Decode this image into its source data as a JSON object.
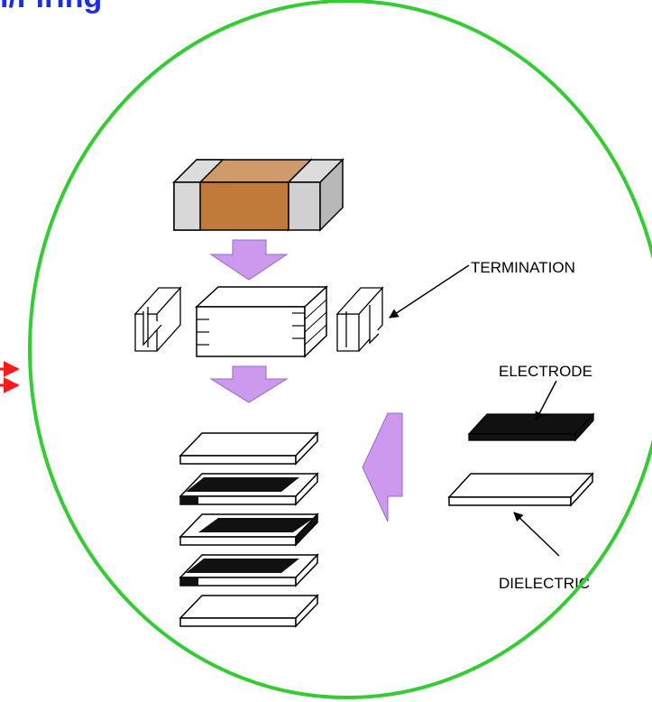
{
  "header": {
    "title": "i/Firing",
    "title_color": "#1a2ee8"
  },
  "diagram": {
    "circle_color": "#33cc33",
    "arrow_fill": "#cc99ee",
    "body_color": "#c07a3a",
    "red_arrow_color": "#ff1a1a",
    "labels": {
      "termination": "TERMINATION",
      "electrode": "ELECTRODE",
      "dielectric": "DIELECTRIC"
    }
  }
}
